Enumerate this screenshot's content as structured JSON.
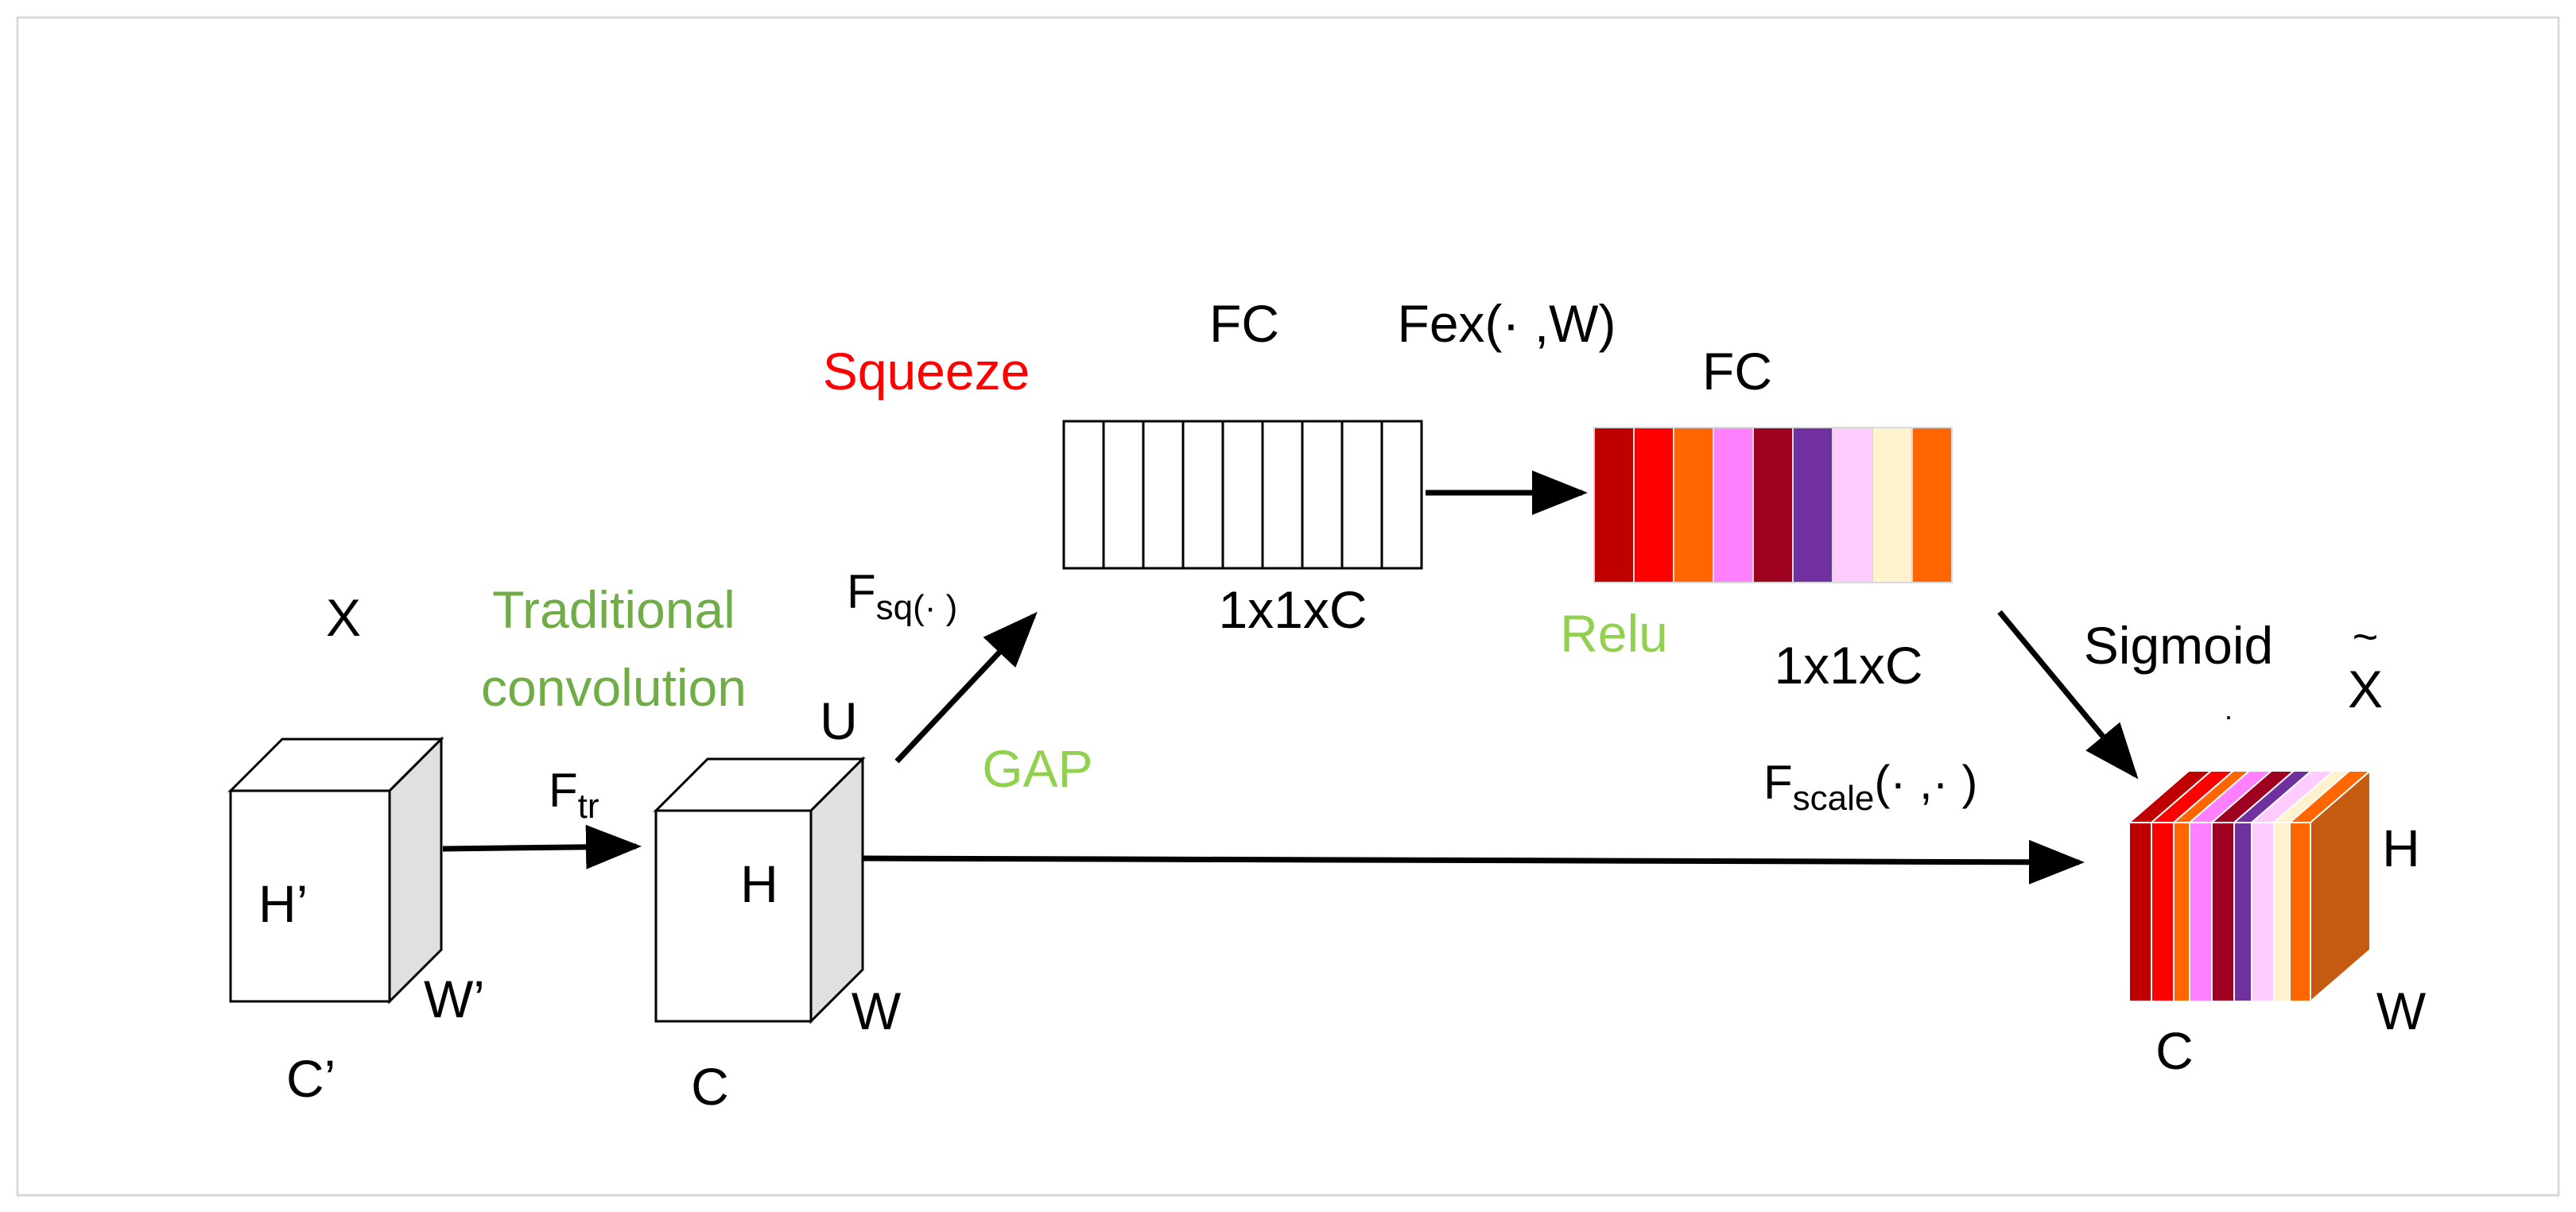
{
  "labels": {
    "x_input": "X",
    "h_prime": "H’",
    "w_prime": "W’",
    "c_prime": "C’",
    "f_tr_main": "F",
    "f_tr_sub": "tr",
    "traditional_line1": "Traditional",
    "traditional_line2": "convolution",
    "u": "U",
    "h": "H",
    "w": "W",
    "c": "C",
    "f_sq_main": "F",
    "f_sq_sub": "sq(· )",
    "gap": "GAP",
    "squeeze": "Squeeze",
    "fc1": "FC",
    "dims1": "1x1xC",
    "fex": "Fex(· ,W)",
    "fc2": "FC",
    "relu": "Relu",
    "dims2": "1x1xC",
    "sigmoid": "Sigmoid",
    "f_scale_main": "F",
    "f_scale_sub": "scale",
    "f_scale_args": "(· ,· )",
    "x_tilde": "X",
    "tilde": "~",
    "dot": ".",
    "h_out": "H",
    "w_out": "W",
    "c_out": "C"
  },
  "colors": {
    "squeeze_label": "#ff0000",
    "green_label": "#70ad47",
    "light_green_label": "#92d050",
    "cube_side": "#e0e0e0",
    "excitation_bars": [
      "#c00000",
      "#ff0000",
      "#ff6600",
      "#ff80ff",
      "#a00020",
      "#7030a0",
      "#ffccff",
      "#fff2cc",
      "#ff6600"
    ],
    "output_bars": [
      "#c00000",
      "#ff0000",
      "#ff6600",
      "#ff80ff",
      "#a00020",
      "#7030a0",
      "#ffccff",
      "#fff2cc",
      "#ff6600"
    ],
    "output_right_face": "#c55a11"
  }
}
